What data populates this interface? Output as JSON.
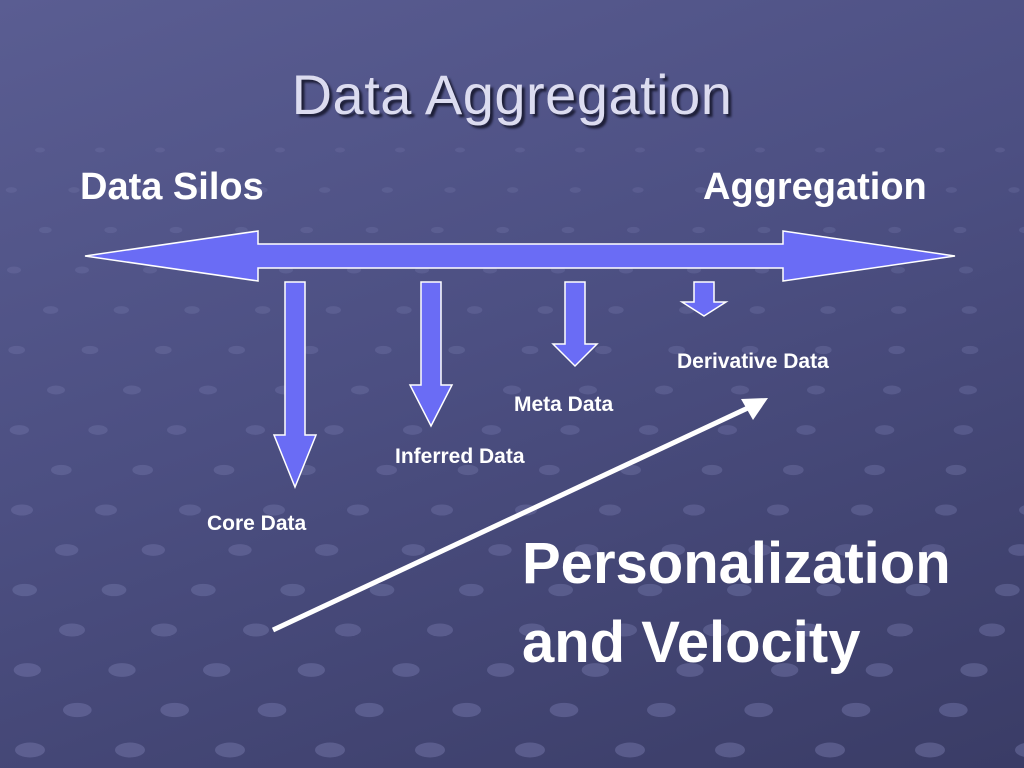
{
  "slide": {
    "title": "Data Aggregation",
    "axis": {
      "left_label": "Data Silos",
      "right_label": "Aggregation"
    },
    "layers": [
      {
        "label": "Core Data"
      },
      {
        "label": "Inferred Data"
      },
      {
        "label": "Meta Data"
      },
      {
        "label": "Derivative Data"
      }
    ],
    "trend": {
      "line1": "Personalization",
      "line2": "and Velocity"
    }
  },
  "colors": {
    "arrow_fill": "#6a6cf5",
    "arrow_stroke": "#ffffff",
    "text": "#ffffff",
    "title": "#dcdcf0",
    "background": "#4c4f82"
  }
}
